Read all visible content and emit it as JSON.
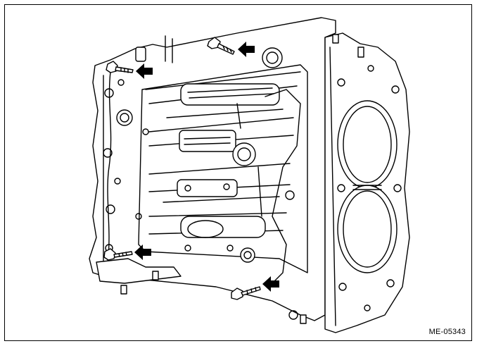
{
  "figure": {
    "code": "ME-05343",
    "line_color": "#000000",
    "fill_color": "#ffffff",
    "arrow_color": "#000000"
  },
  "callouts": [
    {
      "name": "bolt-top-center",
      "arrow": "arrow-left"
    },
    {
      "name": "bolt-top-left",
      "arrow": "arrow-left"
    },
    {
      "name": "bolt-bottom-left",
      "arrow": "arrow-left"
    },
    {
      "name": "bolt-bottom-right",
      "arrow": "arrow-left"
    }
  ]
}
